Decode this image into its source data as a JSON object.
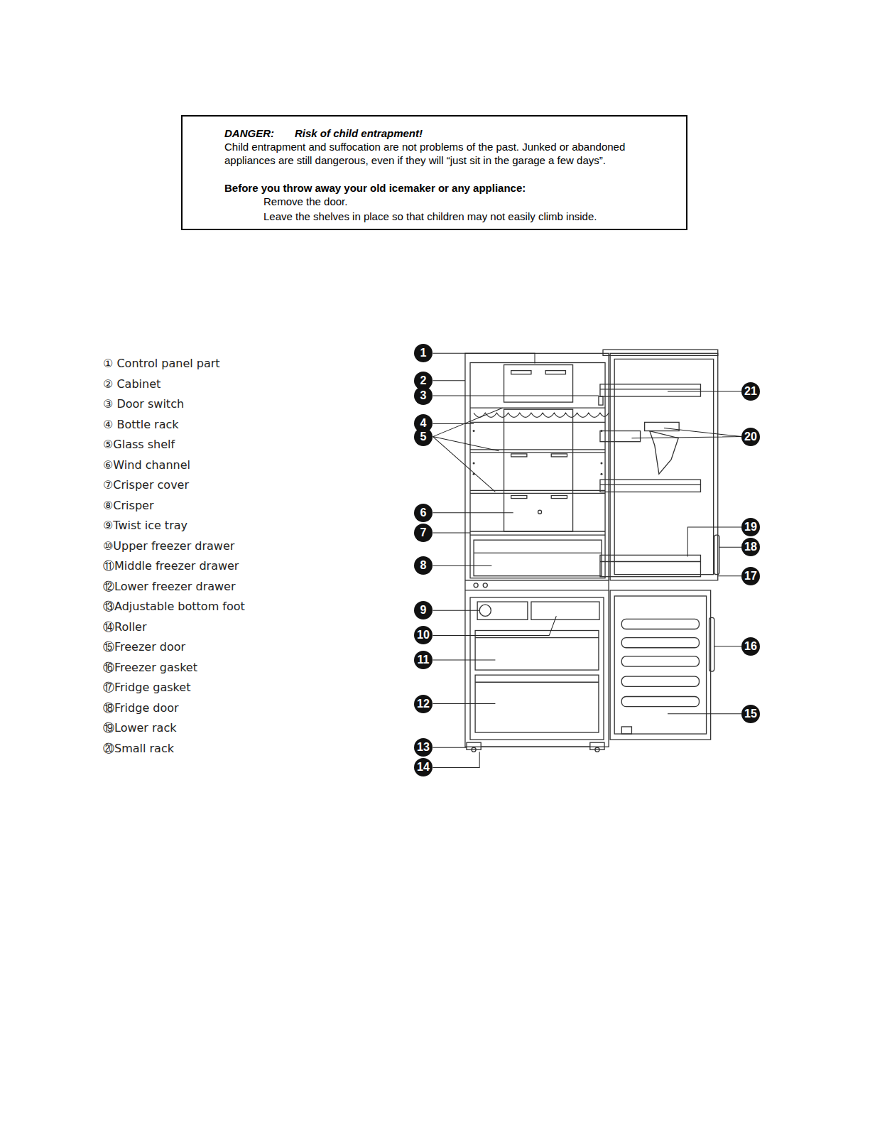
{
  "diagram": {
    "nodes": [
      {
        "text": [
          "DANGER:",
          "Risk of child entrapment!",
          "Child entrapment and suffocation are not problems of the past. Junked or abandoned appliances are still dangerous, even if they will “just sit in the garage a few days”.",
          "Before you throw away your old icemaker or any appliance:",
          "Remove the door.",
          "Leave the shelves in place so that children may not easily climb inside."
        ]
      },
      {
        "text": [
          "1"
        ]
      },
      {
        "text": [
          "2"
        ]
      },
      {
        "text": [
          "3"
        ]
      },
      {
        "text": [
          "4"
        ]
      },
      {
        "text": [
          "5"
        ]
      },
      {
        "text": [
          "6"
        ]
      },
      {
        "text": [
          "7"
        ]
      },
      {
        "text": [
          "8"
        ]
      },
      {
        "text": [
          "9"
        ]
      },
      {
        "text": [
          "10"
        ]
      },
      {
        "text": [
          "11"
        ]
      },
      {
        "text": [
          "12"
        ]
      },
      {
        "text": [
          "13"
        ]
      },
      {
        "text": [
          "14"
        ]
      },
      {
        "text": [
          "15"
        ]
      },
      {
        "text": [
          "16"
        ]
      },
      {
        "text": [
          "17"
        ]
      },
      {
        "text": [
          "18"
        ]
      },
      {
        "text": [
          "19"
        ]
      },
      {
        "text": [
          "20"
        ]
      },
      {
        "text": [
          "21"
        ]
      }
    ],
    "labels": [
      "① Control panel part",
      "② Cabinet",
      "③ Door switch",
      "④ Bottle rack",
      "⑤Glass shelf",
      "⑥Wind channel",
      "⑦Crisper cover",
      "⑧Crisper",
      "⑨Twist ice tray",
      "⑩Upper freezer drawer",
      "⑪Middle freezer drawer",
      "⑫Lower freezer drawer",
      "⑬Adjustable bottom foot",
      "⑭Roller",
      "⑮Freezer door",
      "⑯Freezer gasket",
      "⑰Fridge gasket",
      "⑱Fridge door",
      "⑲Lower rack",
      "⑳Small rack"
    ]
  }
}
